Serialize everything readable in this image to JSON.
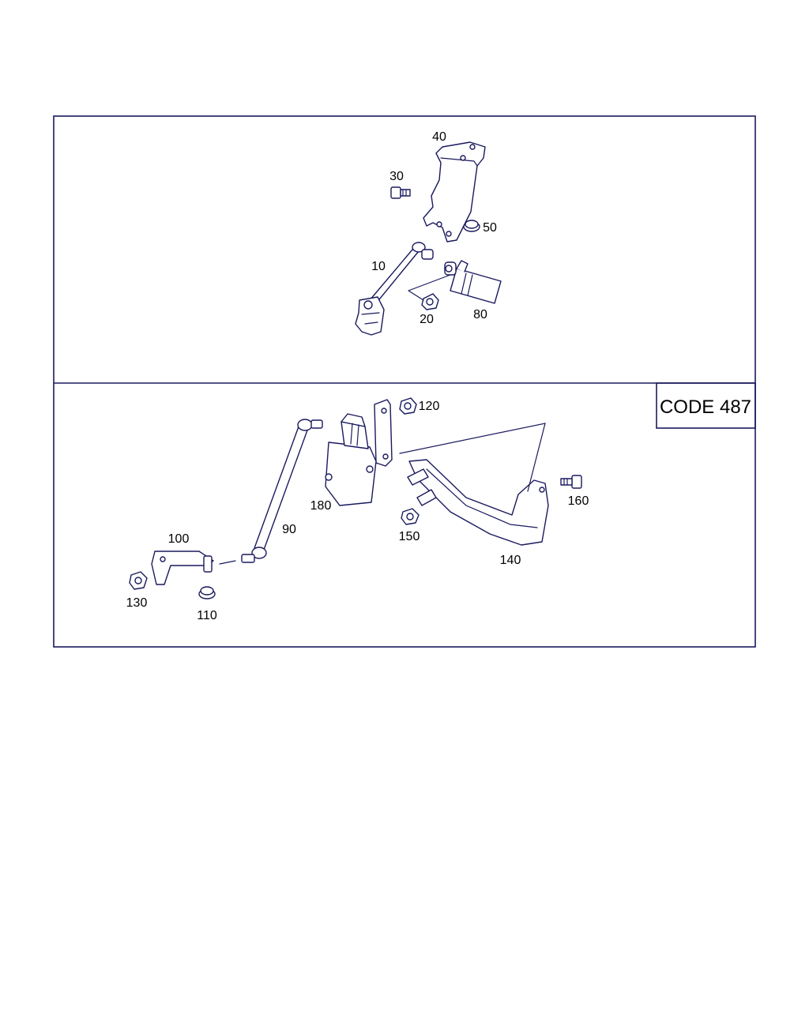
{
  "diagram": {
    "code_box_label": "CODE 487",
    "colors": {
      "line": "#1a1a5e",
      "background": "#ffffff",
      "text": "#000000"
    },
    "top_panel": {
      "callouts": [
        "40",
        "30",
        "50",
        "10",
        "20",
        "80"
      ]
    },
    "bottom_panel": {
      "callouts": [
        "120",
        "180",
        "90",
        "100",
        "130",
        "110",
        "150",
        "140",
        "160"
      ]
    }
  }
}
